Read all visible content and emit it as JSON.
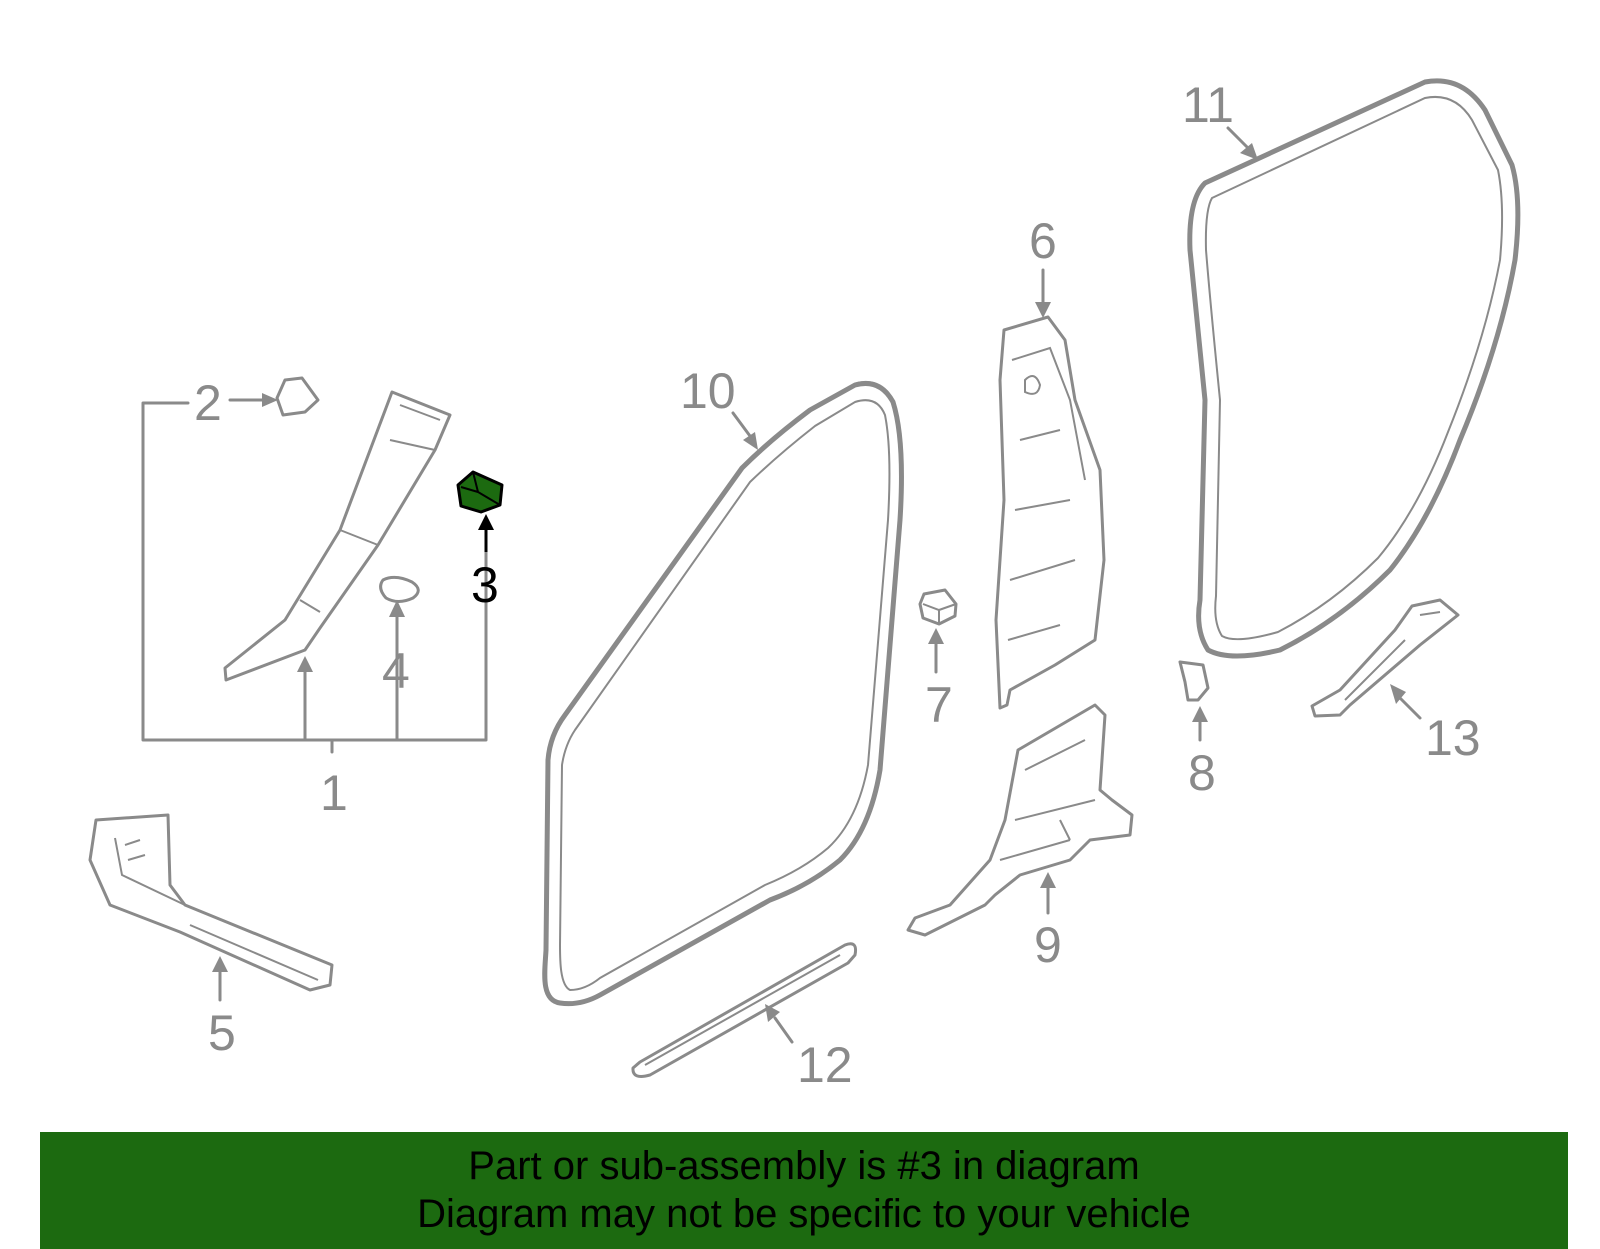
{
  "diagram": {
    "labels": [
      {
        "id": "1",
        "text": "1"
      },
      {
        "id": "2",
        "text": "2"
      },
      {
        "id": "3",
        "text": "3"
      },
      {
        "id": "4",
        "text": "4"
      },
      {
        "id": "5",
        "text": "5"
      },
      {
        "id": "6",
        "text": "6"
      },
      {
        "id": "7",
        "text": "7"
      },
      {
        "id": "8",
        "text": "8"
      },
      {
        "id": "9",
        "text": "9"
      },
      {
        "id": "10",
        "text": "10"
      },
      {
        "id": "11",
        "text": "11"
      },
      {
        "id": "12",
        "text": "12"
      },
      {
        "id": "13",
        "text": "13"
      }
    ],
    "highlighted_part": "3",
    "colors": {
      "line": "#8a8a8a",
      "highlight_fill": "#1c6a10",
      "highlight_stroke": "#000000",
      "banner_bg": "#1c6a10"
    }
  },
  "banner": {
    "line1": "Part or sub-assembly is #3 in diagram",
    "line2": "Diagram may not be specific to your vehicle"
  }
}
